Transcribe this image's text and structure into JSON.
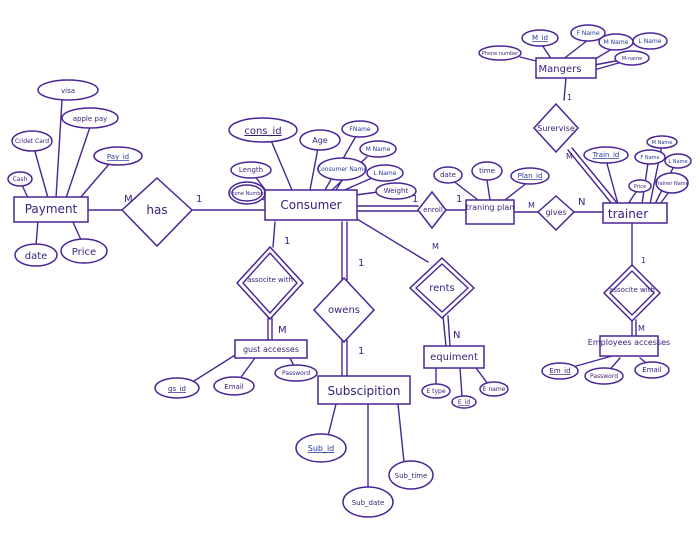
{
  "entities": {
    "payment": "Payment",
    "consumer": "Consumer",
    "training_plan": "traning plan",
    "trainer": "trainer",
    "mangers": "Mangers",
    "employees_access": "Employees accesses",
    "guest_accesses": "gust accesses",
    "equipment": "equiment",
    "subscription": "Subscipition"
  },
  "relationships": {
    "has": "has",
    "enroll": "enroll",
    "gives": "gives",
    "supervise": "Surervise",
    "associate_employees": "associte with",
    "associate_guest": "associte with",
    "owens": "owens",
    "rents": "rents"
  },
  "attributes": {
    "payment": [
      "visa",
      "apple pay",
      "Cridet Card",
      "Pay_id",
      "Cash",
      "date",
      "Price"
    ],
    "consumer": [
      "cons_id",
      "Age",
      "FName",
      "M Name",
      "Consumer Name",
      "L Name",
      "Length",
      "Phone Number",
      "Weight"
    ],
    "training_plan": [
      "date",
      "time",
      "Plan_id"
    ],
    "mangers": [
      "M_id",
      "F Name",
      "Phone number",
      "M Name",
      "L Name",
      "M-name"
    ],
    "trainer": [
      "Train_id",
      "M Name",
      "F Name",
      "L Name",
      "Trainer Name",
      "Price"
    ],
    "employees_access": [
      "Em_id",
      "Password",
      "Email"
    ],
    "guest_accesses": [
      "gs_id",
      "Email",
      "Password"
    ],
    "equipment": [
      "E type",
      "E_id",
      "E name"
    ],
    "subscription": [
      "Sub_id",
      "Sub_time",
      "Sub_date"
    ]
  },
  "cardinalities": {
    "has_payment": "M",
    "has_consumer": "1",
    "enroll_consumer": "1",
    "enroll_plan": "1",
    "gives_plan": "M",
    "gives_trainer": "N",
    "supervise_mangers": "1",
    "supervise_trainer": "M",
    "assoc_trainer": "1",
    "assoc_employees": "M",
    "assoc_guest_consumer": "1",
    "assoc_guest_entity": "M",
    "owens_consumer": "1",
    "owens_subscription": "1",
    "rents_consumer": "M",
    "rents_equipment": "N"
  },
  "colors": {
    "ink": "#4a2596",
    "ink_blue": "#25389a"
  }
}
